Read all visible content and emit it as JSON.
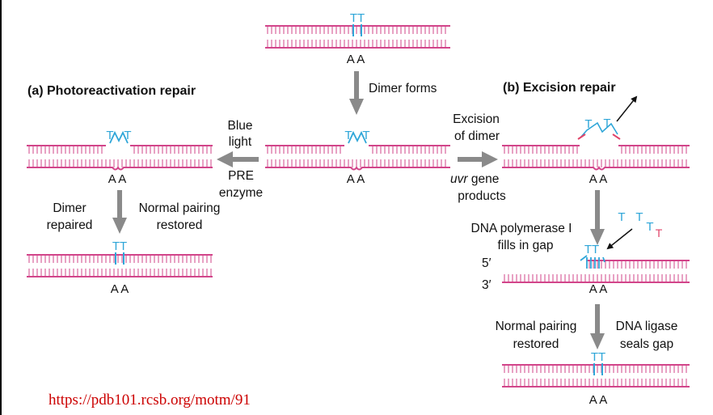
{
  "headers": {
    "photoreactivation": "(a) Photoreactivation repair",
    "excision": "(b) Excision repair"
  },
  "labels": {
    "dimer_forms": "Dimer forms",
    "blue": "Blue",
    "light": "light",
    "pre": "PRE",
    "enzyme": "enzyme",
    "excision": "Excision",
    "of_dimer": "of dimer",
    "uvr": "uvr",
    "gene": " gene",
    "products": "products",
    "dimer": "Dimer",
    "repaired": "repaired",
    "normal_pairing": "Normal pairing",
    "restored": "restored",
    "dna_pol": "DNA polymerase I",
    "fills_in_gap": "fills in gap",
    "five_prime": "5′",
    "three_prime": "3′",
    "normal_pairing_2": "Normal pairing",
    "restored_2": "restored",
    "dna_ligase": "DNA ligase",
    "seals_gap": "seals gap"
  },
  "bases": {
    "tt": "TT",
    "aa": "A A",
    "t": "T"
  },
  "source_url": "https://pdb101.rcsb.org/motm/91",
  "colors": {
    "strand": "#d2458a",
    "thymine": "#2fa6d8",
    "excised": "#e0446a",
    "arrow": "#8a8a8a",
    "url": "#cc0000"
  }
}
